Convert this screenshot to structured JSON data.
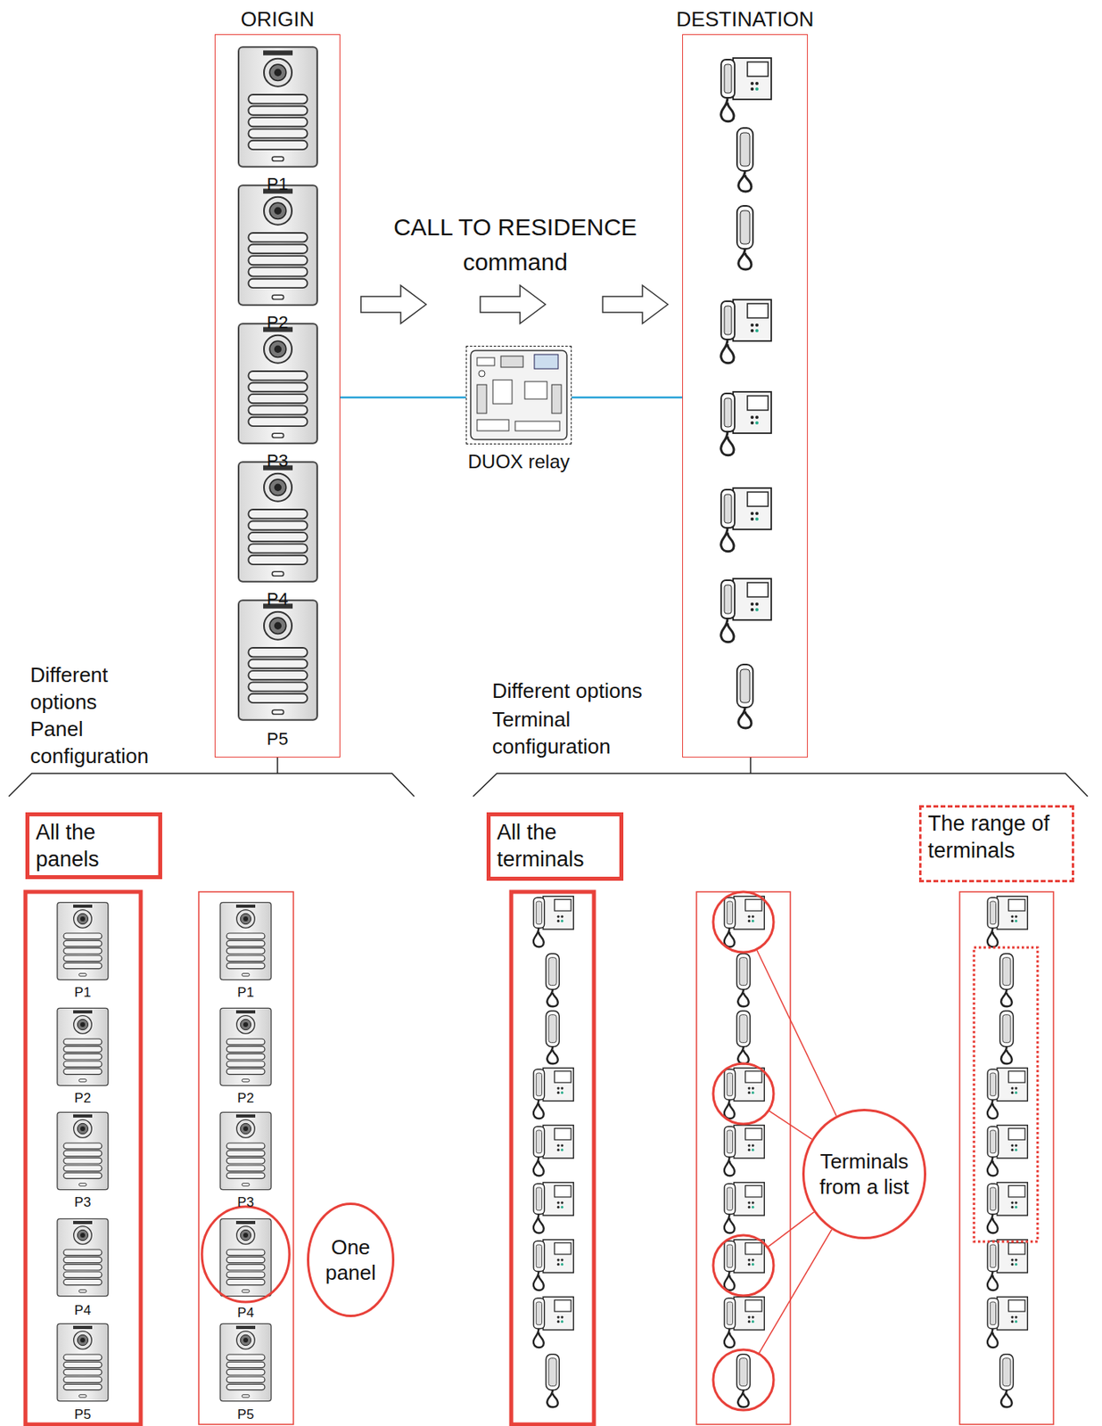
{
  "diagram": {
    "nodes": [
      {
        "text": [
          "ORIGIN"
        ]
      },
      {
        "text": [
          "DUOX relay"
        ]
      },
      {
        "text": [
          "DESTINATION"
        ]
      },
      {
        "text": [
          "All the panels"
        ]
      },
      {
        "text": [
          "One panel"
        ]
      },
      {
        "text": [
          "All the terminals"
        ]
      },
      {
        "text": [
          "Terminals from a list"
        ]
      },
      {
        "text": [
          "The range of terminals"
        ]
      }
    ],
    "edges": [
      {
        "from": 0,
        "to": 1,
        "arrow": "none"
      },
      {
        "from": 1,
        "to": 2,
        "arrow": "none"
      }
    ],
    "labels": [
      "CALL TO RESIDENCE",
      "command",
      "P1",
      "P2",
      "P3",
      "P4",
      "P5",
      "Different options",
      "Panel configuration",
      "Different options",
      "Terminal configuration",
      "P1",
      "P2",
      "P3",
      "P4",
      "P5",
      "P1",
      "P2",
      "P3",
      "P4",
      "P5"
    ]
  }
}
